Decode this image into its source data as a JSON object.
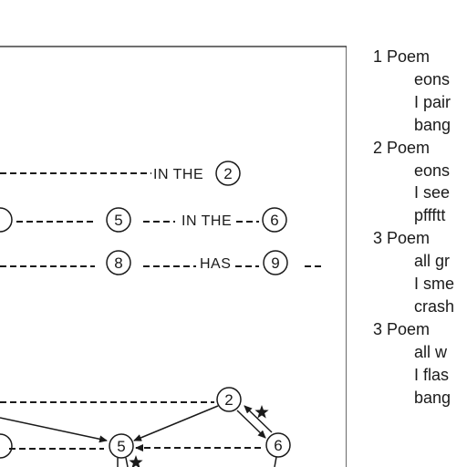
{
  "diagram": {
    "upper_nodes": [
      "2",
      "5",
      "6",
      "8",
      "9"
    ],
    "upper_labels": [
      "IN THE",
      "IN THE",
      "HAS"
    ],
    "lower_nodes": [
      "2",
      "5",
      "6"
    ]
  },
  "poems": [
    {
      "title": "1 Poem",
      "lines": [
        "eons",
        "I pair",
        "bang"
      ]
    },
    {
      "title": "2 Poem",
      "lines": [
        "eons",
        "I see",
        "pffftt"
      ]
    },
    {
      "title": "3 Poem",
      "lines": [
        "all gr",
        "I sme",
        "crash"
      ]
    },
    {
      "title": "3 Poem",
      "lines": [
        "all w",
        "I flas",
        "bang"
      ]
    }
  ]
}
